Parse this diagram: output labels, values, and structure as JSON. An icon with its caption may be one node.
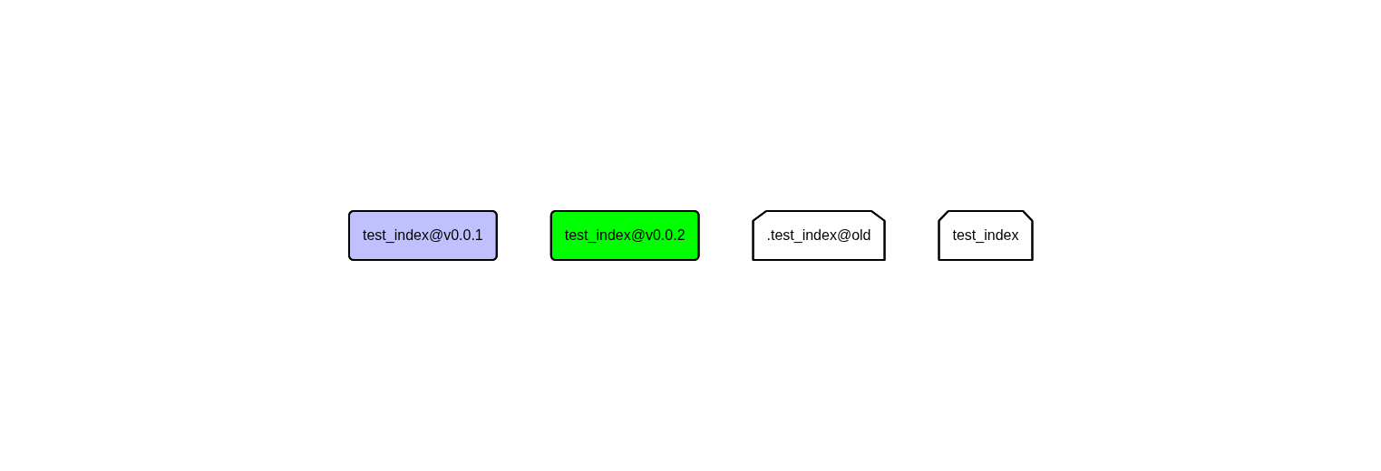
{
  "diagram": {
    "nodes": [
      {
        "text": [
          "test_index@v0.0.1"
        ]
      },
      {
        "text": [
          "test_index@v0.0.2"
        ]
      },
      {
        "text": [
          ".test_index@old"
        ]
      },
      {
        "text": [
          "test_index"
        ]
      }
    ]
  }
}
